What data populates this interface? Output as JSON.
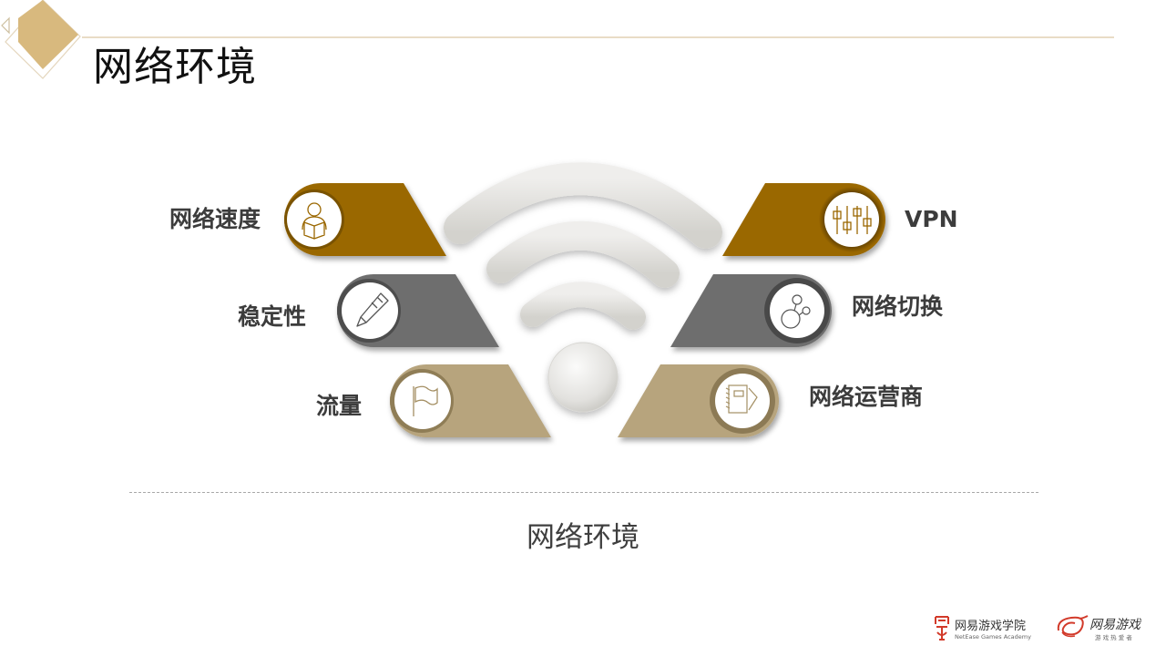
{
  "header": {
    "title": "网络环境"
  },
  "colors": {
    "brown": "#9A6700",
    "gray": "#6E6E6E",
    "tan": "#B7A47D",
    "gold_diamond": "#D8B97E",
    "title_line": "#E9DCC6",
    "label_text": "#3C3C3C"
  },
  "left_items": [
    {
      "label": "网络速度",
      "icon": "reader-icon",
      "color": "#9A6700"
    },
    {
      "label": "稳定性",
      "icon": "pencil-icon",
      "color": "#6E6E6E"
    },
    {
      "label": "流量",
      "icon": "flag-icon",
      "color": "#B7A47D"
    }
  ],
  "right_items": [
    {
      "label": "VPN",
      "icon": "sliders-icon",
      "color": "#9A6700"
    },
    {
      "label": "网络切换",
      "icon": "network-nodes-icon",
      "color": "#6E6E6E"
    },
    {
      "label": "网络运营商",
      "icon": "notebook-icon",
      "color": "#B7A47D"
    }
  ],
  "center": {
    "icon": "wifi-icon"
  },
  "caption": "网络环境",
  "footer": {
    "academy_name": "网易游戏学院",
    "academy_sub": "NetEase Games Academy",
    "games_name": "网易游戏",
    "games_sub": "游 戏 热 爱 者"
  }
}
